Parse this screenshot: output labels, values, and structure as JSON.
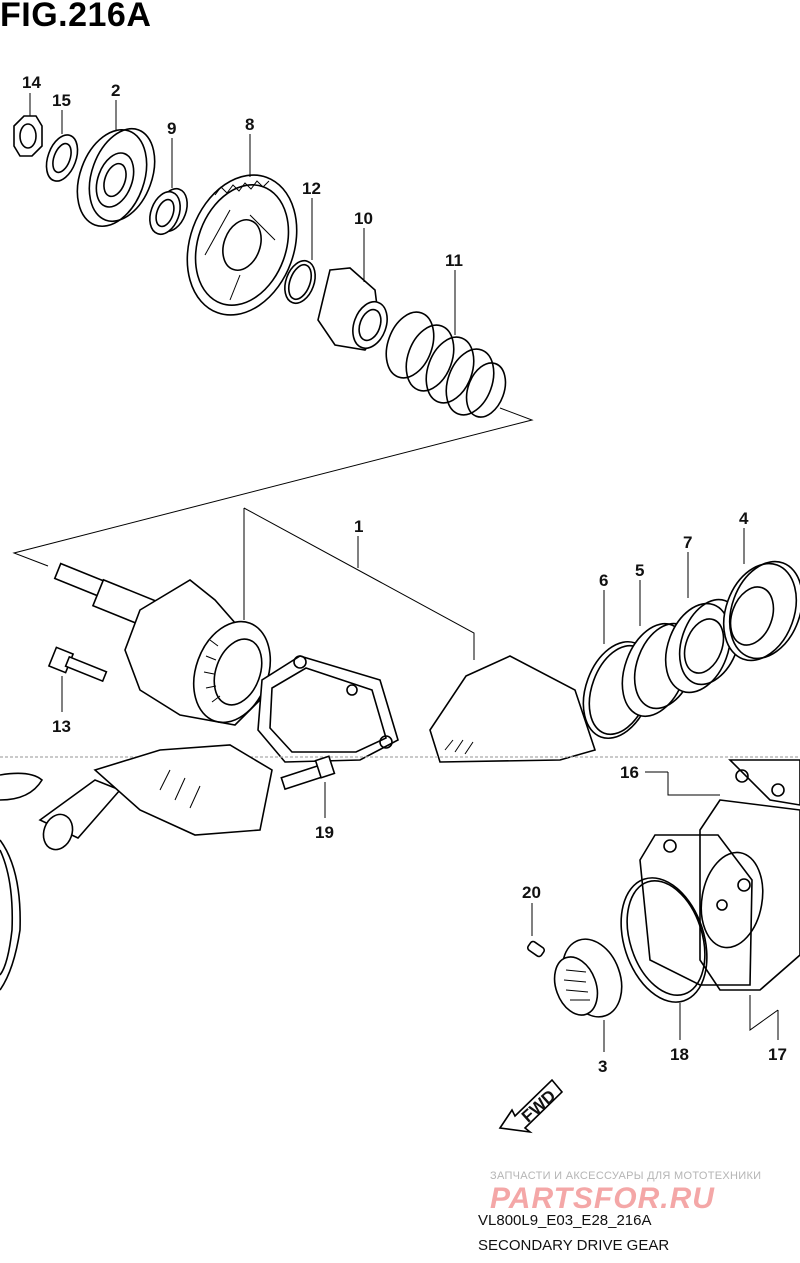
{
  "figure": {
    "title": "FIG.216A",
    "model_code": "VL800L9_E03_E28_216A",
    "description": "SECONDARY DRIVE GEAR",
    "direction_label": "FWD"
  },
  "watermark": {
    "small_text": "ЗАПЧАСТИ И АКСЕССУАРЫ ДЛЯ МОТОТЕХНИКИ",
    "logo_text": "PARTSFOR.RU"
  },
  "callouts": {
    "p1": "1",
    "p2": "2",
    "p3": "3",
    "p4": "4",
    "p5": "5",
    "p6": "6",
    "p7": "7",
    "p8": "8",
    "p9": "9",
    "p10": "10",
    "p11": "11",
    "p12": "12",
    "p13": "13",
    "p14": "14",
    "p15": "15",
    "p16": "16",
    "p17": "17",
    "p18": "18",
    "p19": "19",
    "p20": "20"
  }
}
